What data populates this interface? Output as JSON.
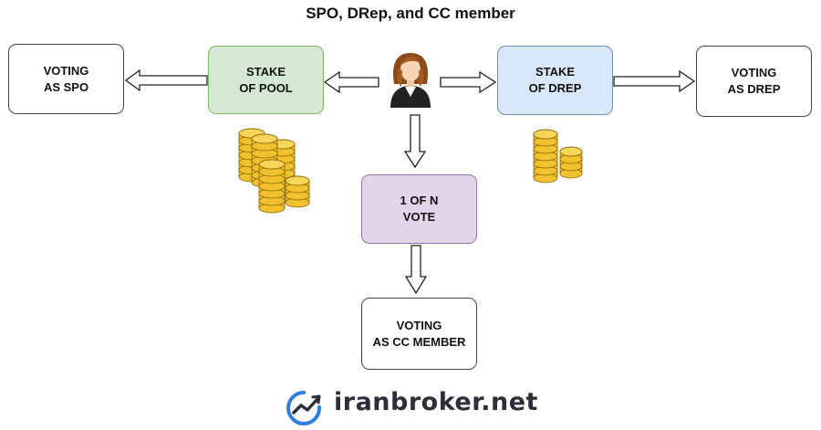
{
  "title": "SPO, DRep, and CC member",
  "boxes": {
    "voting_spo": {
      "line1": "VOTING",
      "line2": "AS SPO"
    },
    "stake_pool": {
      "line1": "STAKE",
      "line2": "OF POOL",
      "fill": "#d5e8d4",
      "stroke": "#82b366"
    },
    "stake_drep": {
      "line1": "STAKE",
      "line2": "OF DREP",
      "fill": "#dae8fc",
      "stroke": "#6c8ebf"
    },
    "voting_drep": {
      "line1": "VOTING",
      "line2": "AS DREP"
    },
    "one_of_n": {
      "line1": "1 OF N",
      "line2": "VOTE",
      "fill": "#e1d5e7",
      "stroke": "#9673a6"
    },
    "voting_cc": {
      "line1": "VOTING",
      "line2": "AS CC MEMBER"
    }
  },
  "icons": [
    "person-avatar-icon",
    "coin-stack-icon",
    "logo-chart-icon"
  ],
  "logo": {
    "text": "iranbroker.net",
    "accent": "#2f7de1"
  },
  "colors": {
    "coin": "#f2c12e",
    "coin_edge": "#8a6a08",
    "arrow_fill": "#ffffff",
    "arrow_stroke": "#222222"
  }
}
